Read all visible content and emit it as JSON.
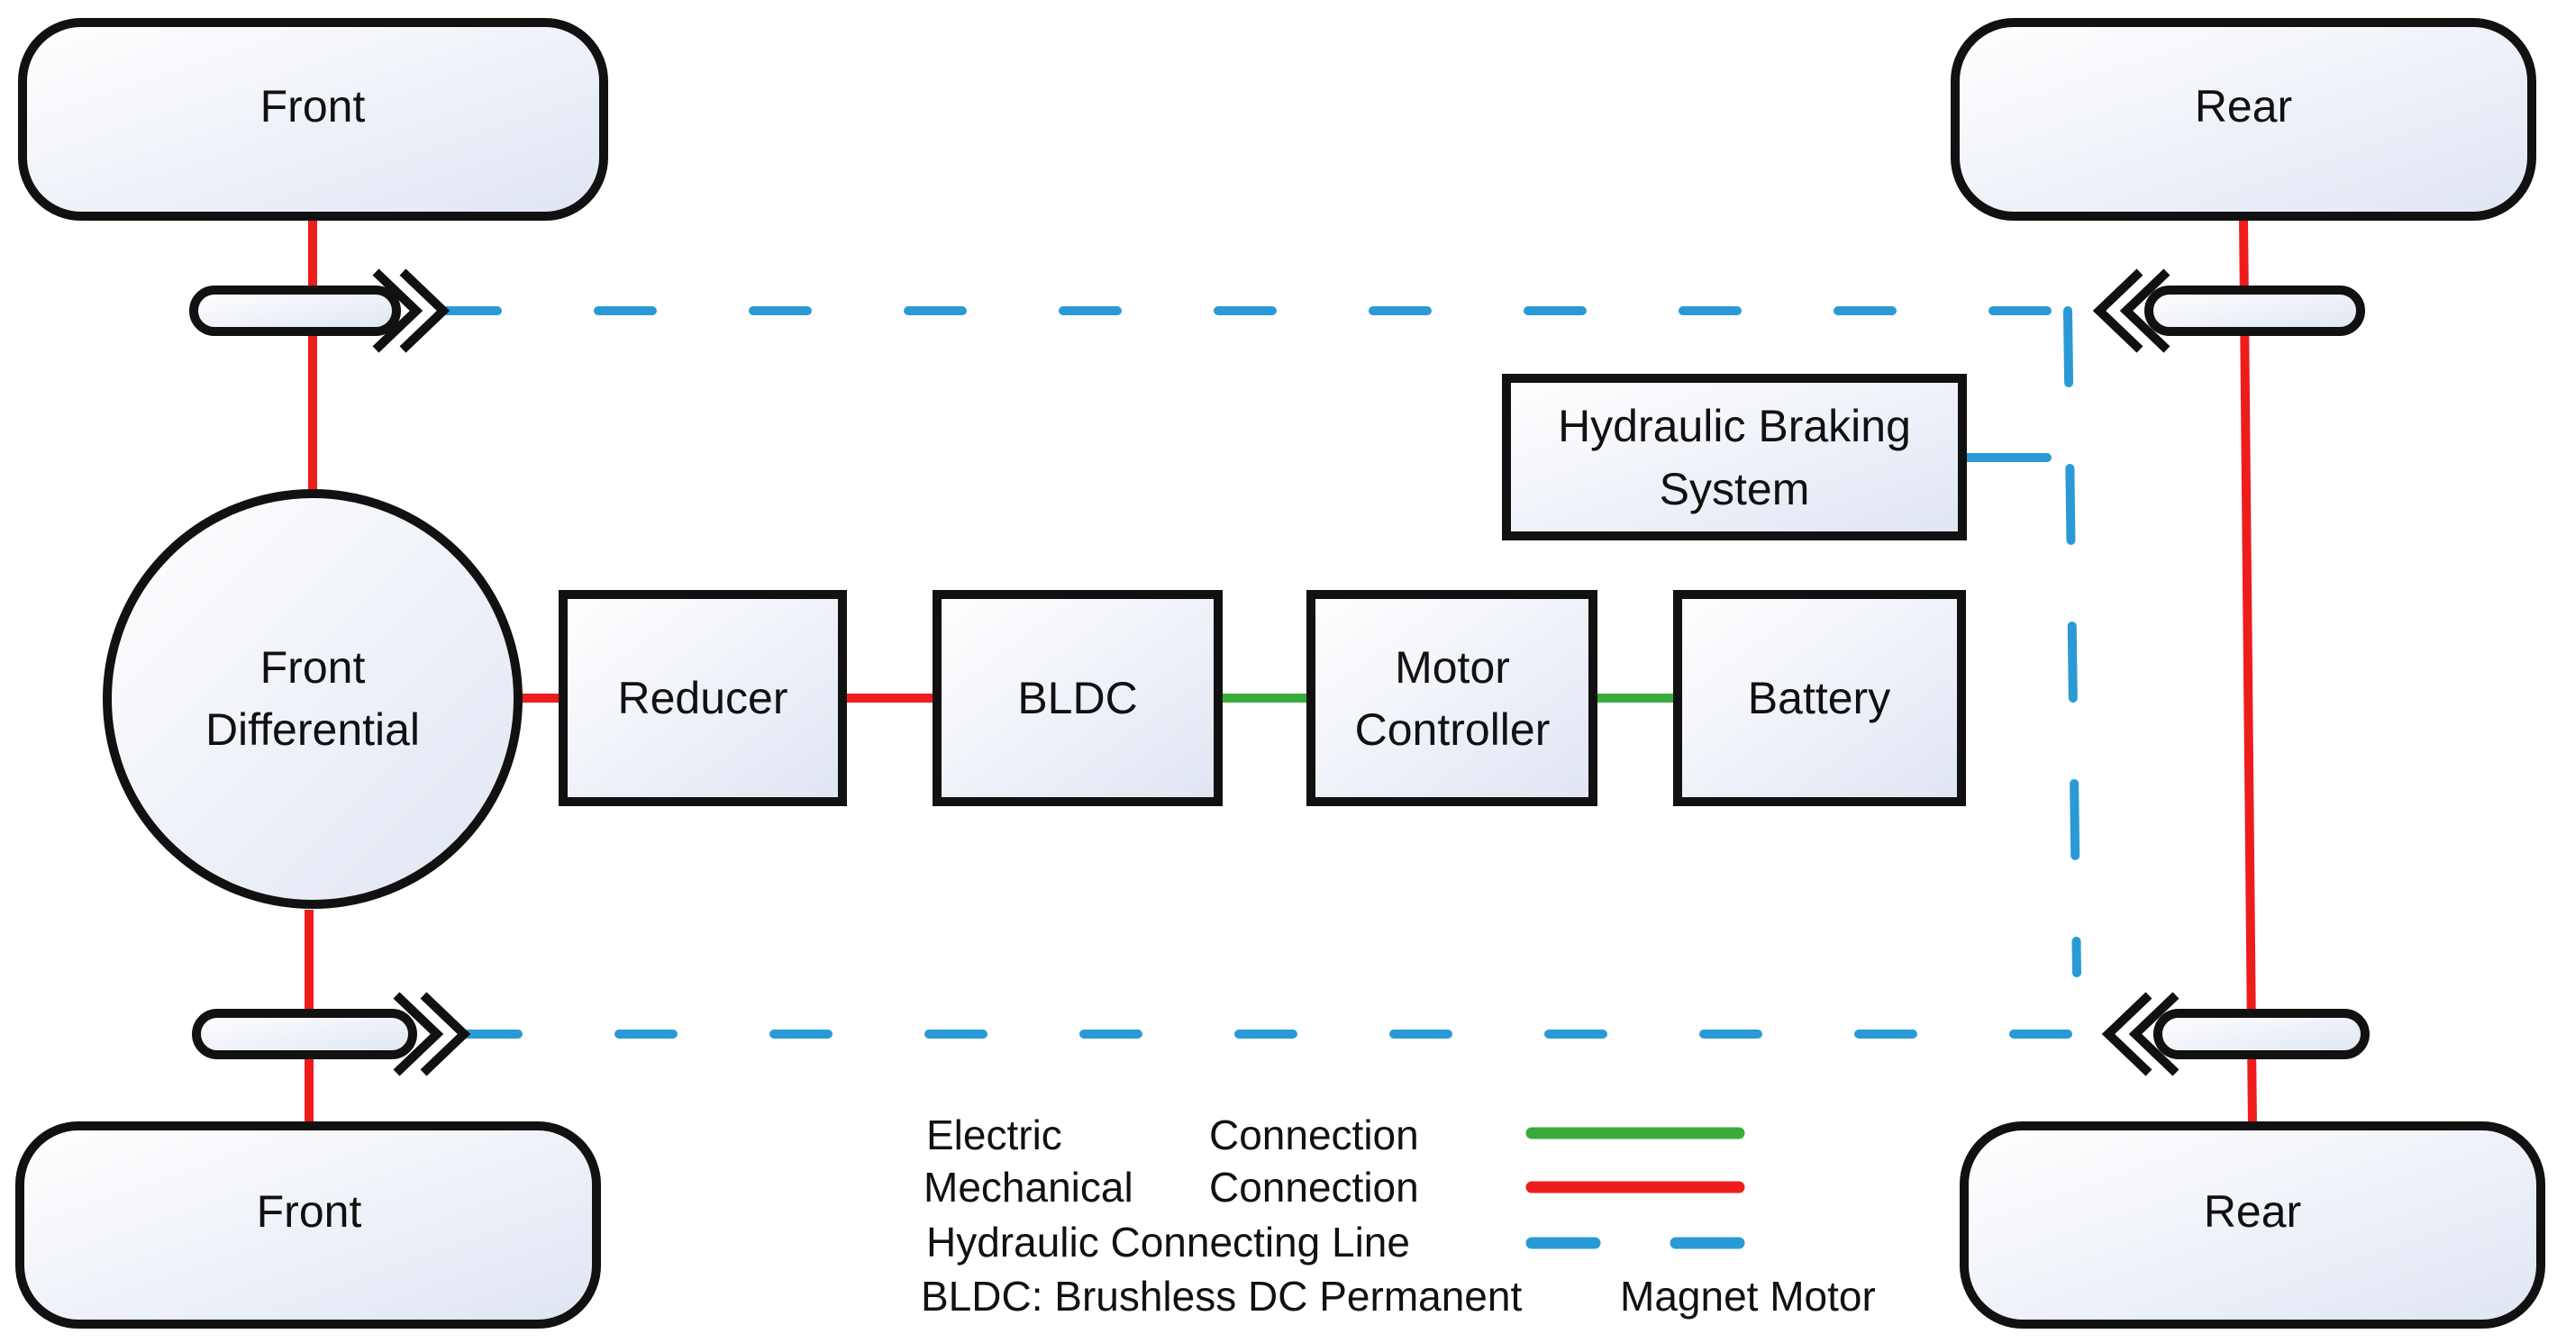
{
  "wheels": {
    "front_top": "Front",
    "rear_top": "Rear",
    "front_bottom": "Front",
    "rear_bottom": "Rear"
  },
  "components": {
    "differential_line1": "Front",
    "differential_line2": "Differential",
    "reducer": "Reducer",
    "bldc": "BLDC",
    "controller_line1": "Motor",
    "controller_line2": "Controller",
    "battery": "Battery",
    "brake_line1": "Hydraulic Braking",
    "brake_line2": "System"
  },
  "legend": {
    "electric_a": "Electric",
    "electric_b": "Connection",
    "mechanical_a": "Mechanical",
    "mechanical_b": "Connection",
    "hydraulic": "Hydraulic Connecting Line",
    "note_a": "BLDC: Brushless DC Permanent",
    "note_b": "Magnet Motor"
  },
  "colors": {
    "electric": "#3aab3a",
    "mechanical": "#ee1c1c",
    "hydraulic": "#2a9ad6",
    "box_fill_light": "#ffffff",
    "box_fill_dark": "#dfe5f2",
    "outline": "#111111"
  }
}
